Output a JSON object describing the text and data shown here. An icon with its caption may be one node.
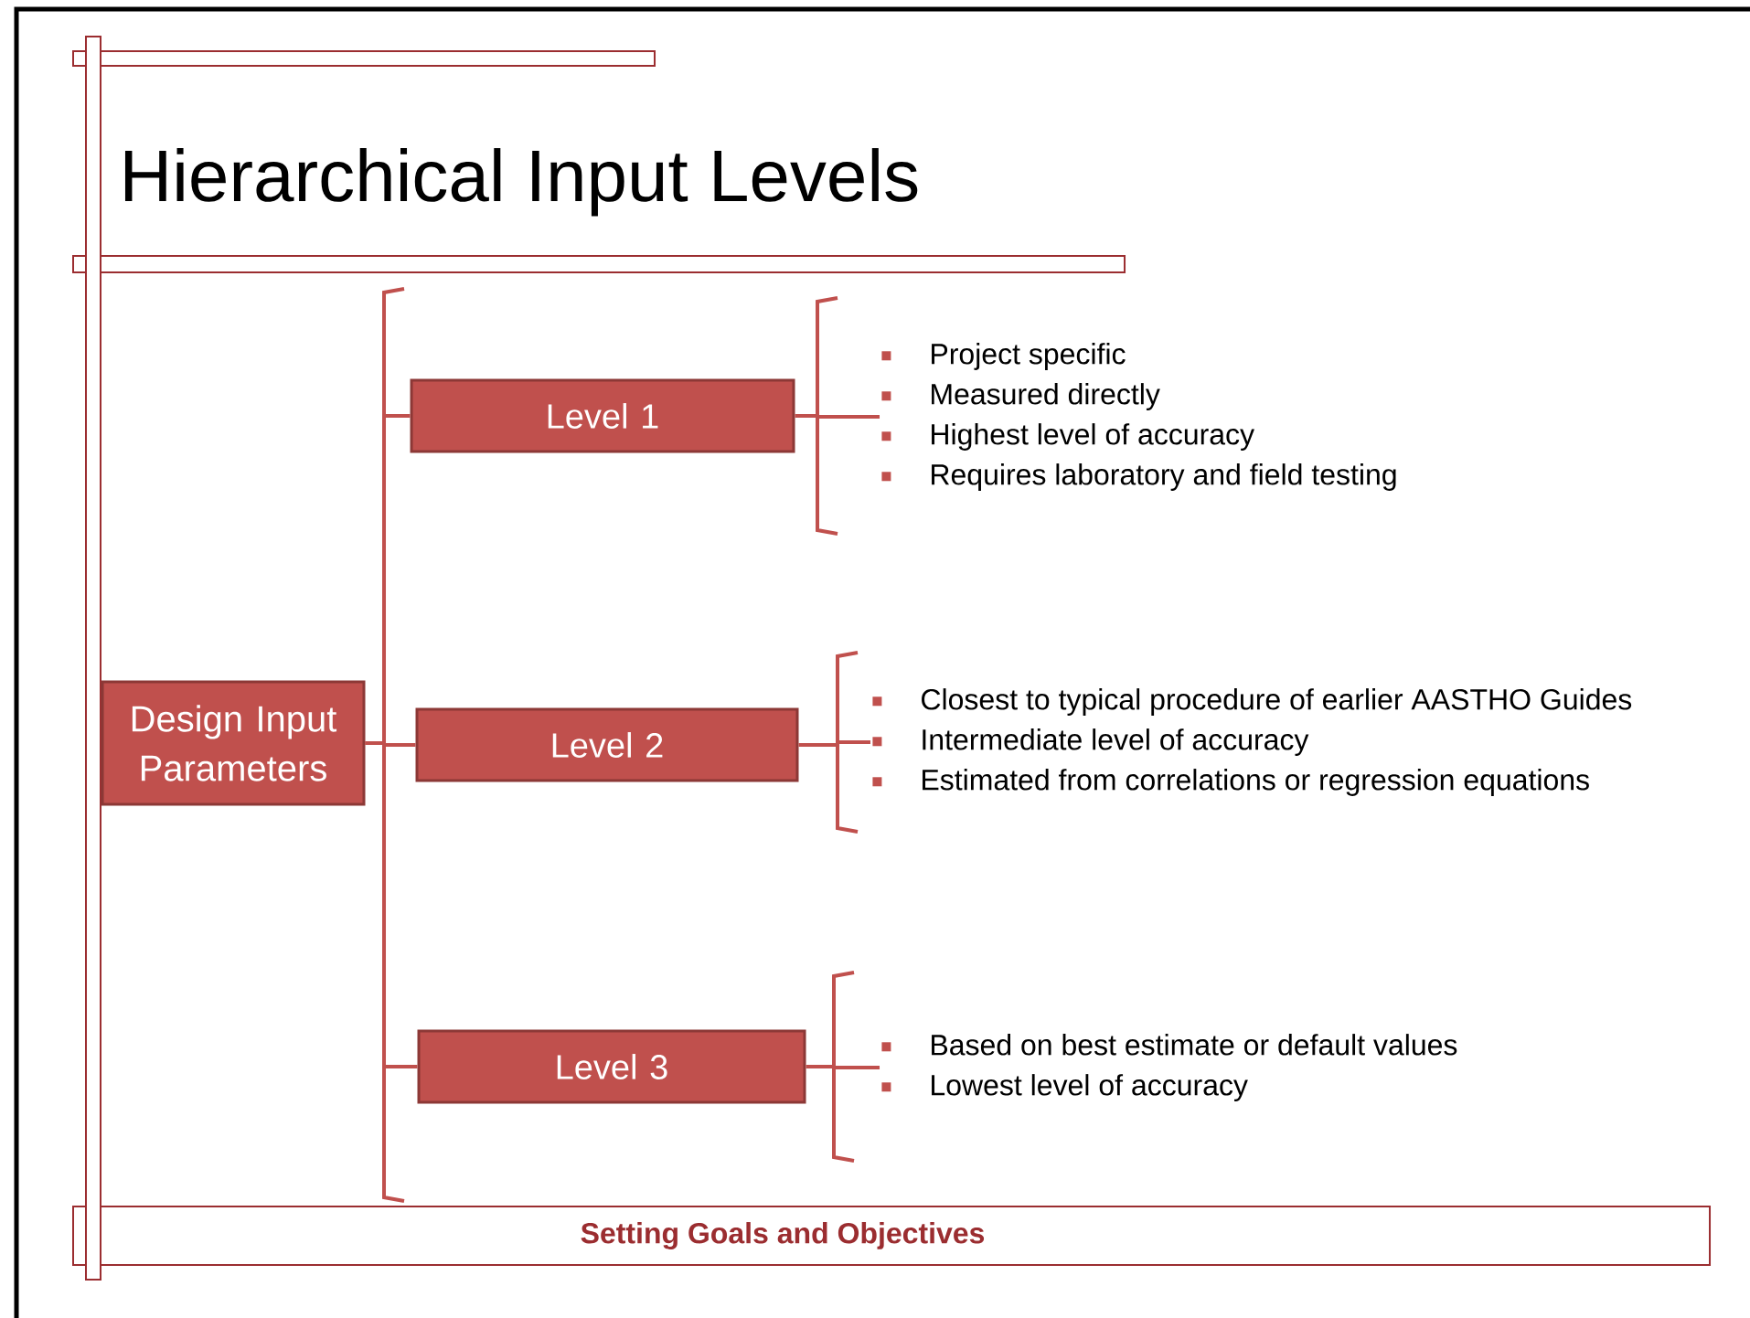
{
  "diagram": {
    "title": "Hierarchical Input Levels",
    "nodes": [
      {
        "text": [
          "Design Input Parameters"
        ]
      },
      {
        "text": [
          "Level 1"
        ]
      },
      {
        "text": [
          "Level 2"
        ]
      },
      {
        "text": [
          "Level 3"
        ]
      },
      {
        "text": [
          "Project specific",
          "Measured directly",
          "Highest level of accuracy",
          "Requires laboratory and field testing"
        ]
      },
      {
        "text": [
          "Closest to typical procedure of earlier AASTHO Guides",
          "Intermediate level of accuracy",
          "Estimated from correlations or regression equations"
        ]
      },
      {
        "text": [
          "Based on best estimate or default values",
          "Lowest level of accuracy"
        ]
      }
    ],
    "edges": [
      {
        "from": 0,
        "to": 1,
        "arrow": "none"
      },
      {
        "from": 0,
        "to": 2,
        "arrow": "none"
      },
      {
        "from": 0,
        "to": 3,
        "arrow": "none"
      },
      {
        "from": 1,
        "to": 4,
        "arrow": "none"
      },
      {
        "from": 2,
        "to": 5,
        "arrow": "none"
      },
      {
        "from": 3,
        "to": 6,
        "arrow": "none"
      }
    ],
    "labels": [
      "Setting Goals and Objectives"
    ]
  }
}
